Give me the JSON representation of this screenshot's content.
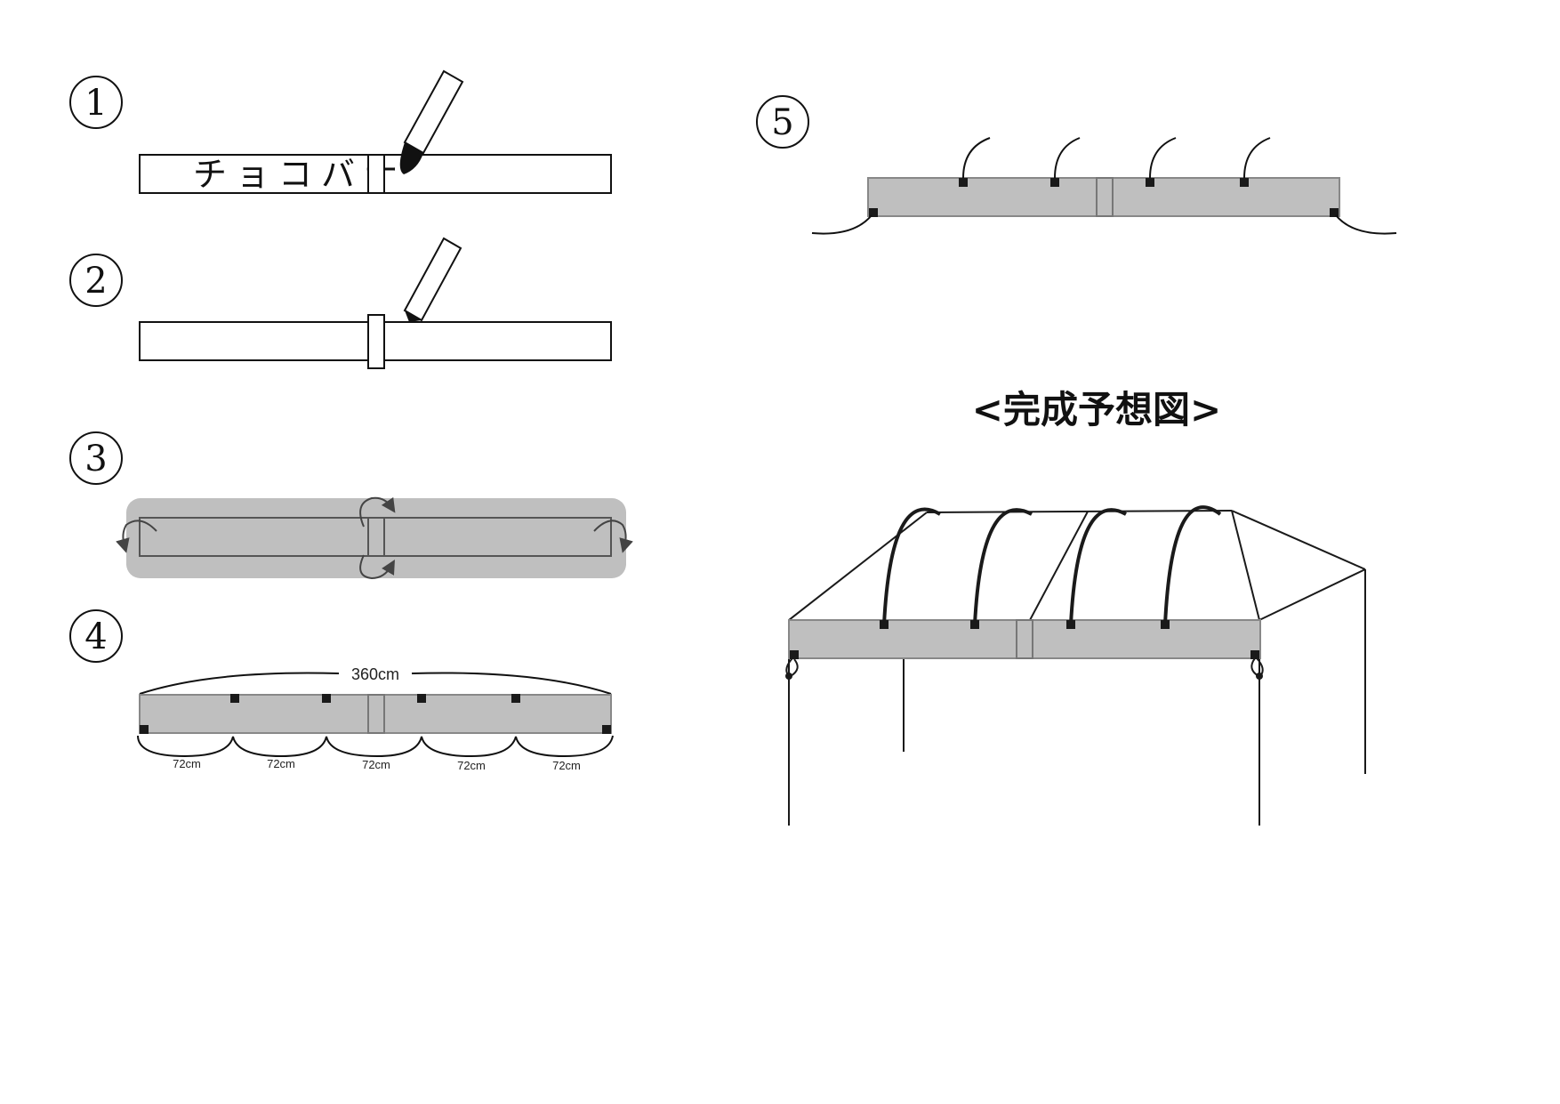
{
  "steps": [
    "1",
    "2",
    "3",
    "4",
    "5"
  ],
  "step1": {
    "banner_text": "チョコバナ"
  },
  "step4": {
    "total_length": "360cm",
    "segment_labels": [
      "72cm",
      "72cm",
      "72cm",
      "72cm",
      "72cm"
    ]
  },
  "preview": {
    "title": "<完成予想図>"
  },
  "colors": {
    "banner_fill": "#bfbfbf",
    "banner_stroke": "#888888",
    "tab": "#1a1a1a",
    "line": "#1a1a1a",
    "background": "#ffffff"
  }
}
